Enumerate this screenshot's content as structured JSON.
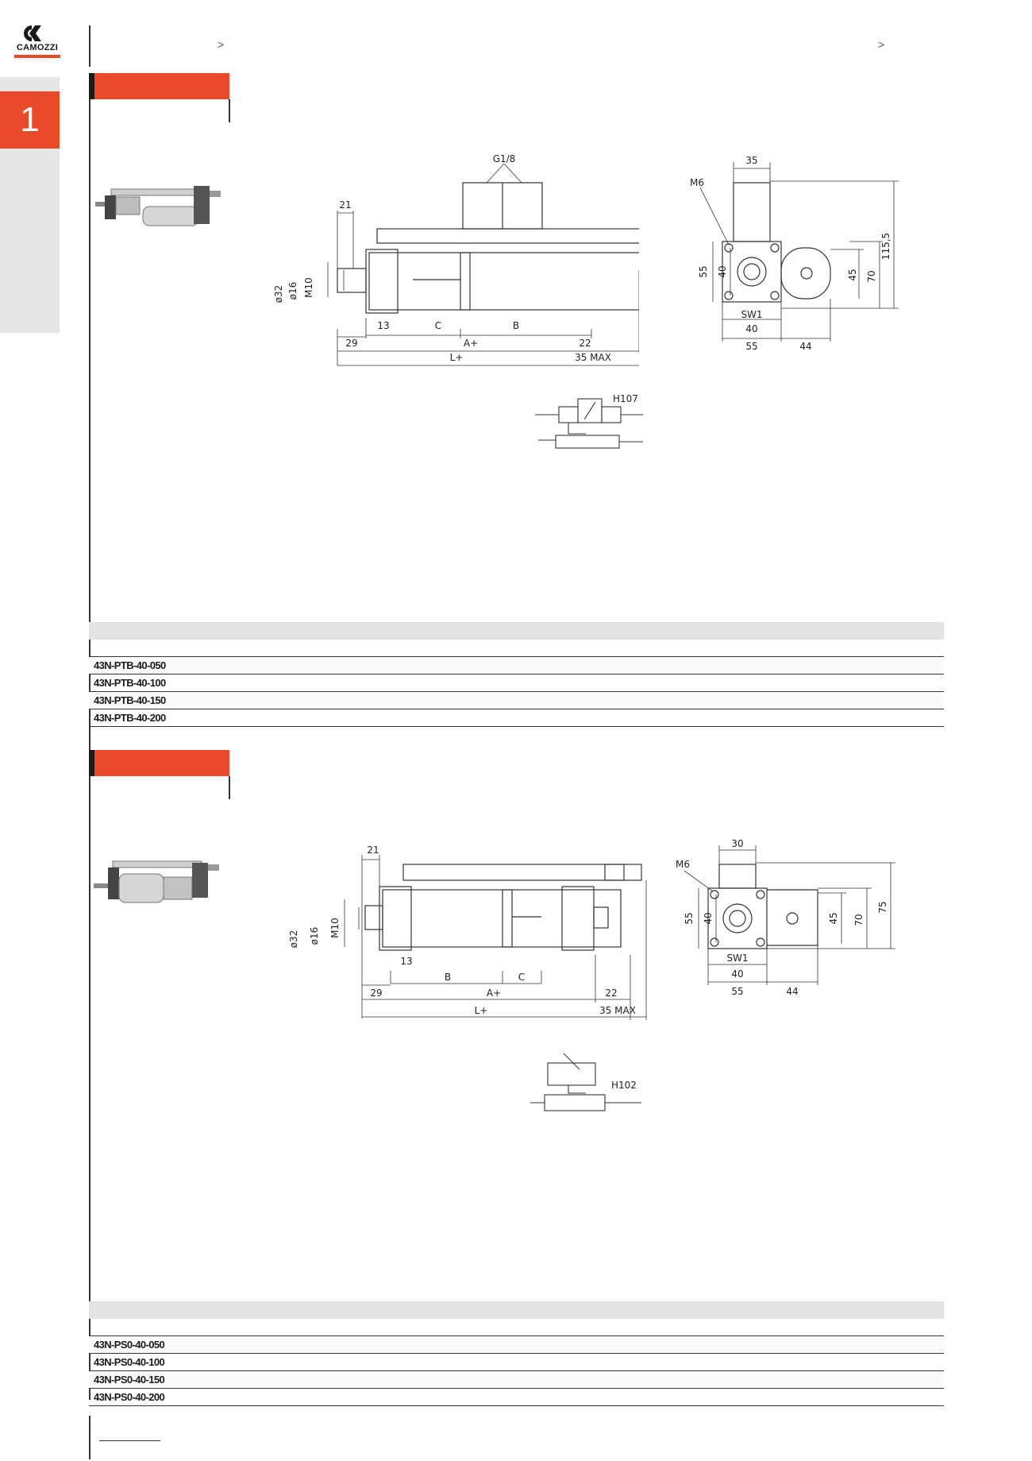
{
  "brand": {
    "name": "CAMOZZI",
    "accent_color": "#e84a2a"
  },
  "side_tab": {
    "number": "1"
  },
  "breadcrumb": {
    "chevron_left": ">",
    "chevron_right": ">"
  },
  "sections": [
    {
      "drawing_labels": {
        "g18": "G1/8",
        "d21": "21",
        "d32": "ø32",
        "d16": "ø16",
        "m10": "M10",
        "d13": "13",
        "c": "C",
        "b": "B",
        "d29": "29",
        "a": "A+",
        "d22": "22",
        "l": "L+",
        "max35": "35 MAX",
        "side_35": "35",
        "m6": "M6",
        "side_1155": "115,5",
        "side_55": "55",
        "side_40": "40",
        "side_45": "45",
        "side_70": "70",
        "sw1": "SW1",
        "bot_40": "40",
        "bot_55": "55",
        "bot_44": "44",
        "symbol": "H107"
      },
      "rows": [
        "43N-PTB-40-050",
        "43N-PTB-40-100",
        "43N-PTB-40-150",
        "43N-PTB-40-200"
      ]
    },
    {
      "drawing_labels": {
        "d21": "21",
        "d32": "ø32",
        "d16": "ø16",
        "m10": "M10",
        "d13": "13",
        "b": "B",
        "c": "C",
        "d29": "29",
        "a": "A+",
        "d22": "22",
        "l": "L+",
        "max35": "35 MAX",
        "m6": "M6",
        "side_30": "30",
        "side_55": "55",
        "side_40": "40",
        "side_45": "45",
        "side_70": "70",
        "side_75": "75",
        "sw1": "SW1",
        "bot_40": "40",
        "bot_55": "55",
        "bot_44": "44",
        "symbol": "H102"
      },
      "rows": [
        "43N-PS0-40-050",
        "43N-PS0-40-100",
        "43N-PS0-40-150",
        "43N-PS0-40-200"
      ]
    }
  ]
}
